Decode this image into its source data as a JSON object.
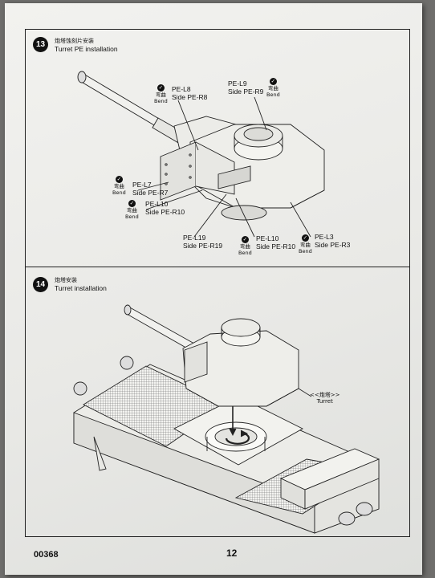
{
  "step13": {
    "number": "13",
    "title_cn": "炮塔蚀刻片安装",
    "title_en": "Turret PE  installation",
    "callouts": {
      "l8": {
        "bend_cn": "弯曲",
        "bend_en": "Bend",
        "part": "PE-L8",
        "side": "Side PE-R8"
      },
      "l9": {
        "bend_cn": "弯曲",
        "bend_en": "Bend",
        "part": "PE-L9",
        "side": "Side PE-R9"
      },
      "l7": {
        "bend_cn": "弯曲",
        "bend_en": "Bend",
        "part": "PE-L7",
        "side": "Side PE-R7"
      },
      "l10a": {
        "bend_cn": "弯曲",
        "bend_en": "Bend",
        "part": "PE-L10",
        "side": "Side PE-R10"
      },
      "l19": {
        "part": "PE-L19",
        "side": "Side PE-R19"
      },
      "l10b": {
        "bend_cn": "弯曲",
        "bend_en": "Bend",
        "part": "PE-L10",
        "side": "Side PE-R10"
      },
      "l3": {
        "bend_cn": "弯曲",
        "bend_en": "Bend",
        "part": "PE-L3",
        "side": "Side PE-R3"
      }
    }
  },
  "step14": {
    "number": "14",
    "title_cn": "炮塔安装",
    "title_en": "Turret installation",
    "turret_label_cn": "<<炮塔>>",
    "turret_label_en": "Turret"
  },
  "footer": {
    "kit_number": "00368",
    "page_number": "12"
  }
}
